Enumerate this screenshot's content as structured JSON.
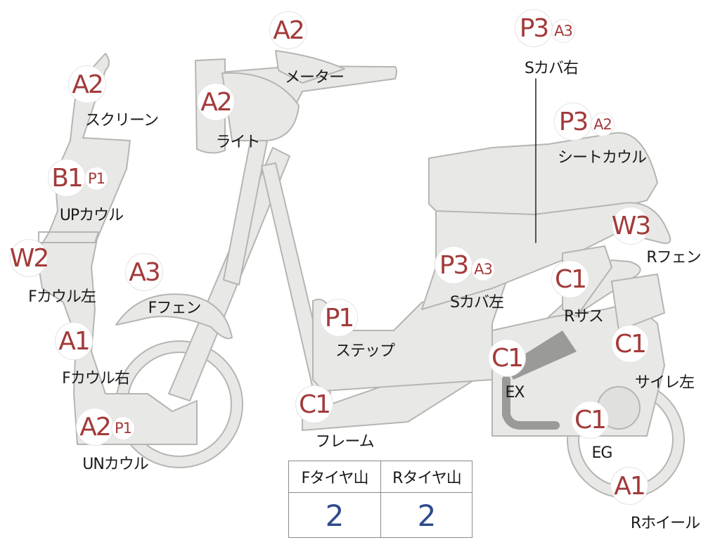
{
  "parts": [
    {
      "id": "meter",
      "label": "メーター",
      "grades": [
        "A2"
      ]
    },
    {
      "id": "screen",
      "label": "スクリーン",
      "grades": [
        "A2"
      ]
    },
    {
      "id": "light",
      "label": "ライト",
      "grades": [
        "A2"
      ]
    },
    {
      "id": "upcowl",
      "label": "UPカウル",
      "grades": [
        "B1",
        "P1"
      ]
    },
    {
      "id": "fcowl-left",
      "label": "Fカウル左",
      "grades": [
        "W2"
      ]
    },
    {
      "id": "ffender",
      "label": "Fフェン",
      "grades": [
        "A3"
      ]
    },
    {
      "id": "fcowl-right",
      "label": "Fカウル右",
      "grades": [
        "A1"
      ]
    },
    {
      "id": "uncowl",
      "label": "UNカウル",
      "grades": [
        "A2",
        "P1"
      ]
    },
    {
      "id": "step",
      "label": "ステップ",
      "grades": [
        "P1"
      ]
    },
    {
      "id": "frame",
      "label": "フレーム",
      "grades": [
        "C1"
      ]
    },
    {
      "id": "scover-right",
      "label": "Sカバ右",
      "grades": [
        "P3",
        "A3"
      ]
    },
    {
      "id": "seatcowl",
      "label": "シートカウル",
      "grades": [
        "P3",
        "A2"
      ]
    },
    {
      "id": "rfender",
      "label": "Rフェン",
      "grades": [
        "W3"
      ]
    },
    {
      "id": "scover-left",
      "label": "Sカバ左",
      "grades": [
        "P3",
        "A3"
      ]
    },
    {
      "id": "rsus",
      "label": "Rサス",
      "grades": [
        "C1"
      ]
    },
    {
      "id": "exhaust",
      "label": "EX",
      "grades": [
        "C1"
      ]
    },
    {
      "id": "muffler-left",
      "label": "サイレ左",
      "grades": [
        "C1"
      ]
    },
    {
      "id": "engine",
      "label": "EG",
      "grades": [
        "C1"
      ]
    },
    {
      "id": "rwheel",
      "label": "Rホイール",
      "grades": [
        "A1"
      ]
    }
  ],
  "tire_table": {
    "headers": [
      "Fタイヤ山",
      "Rタイヤ山"
    ],
    "values": [
      "2",
      "2"
    ]
  },
  "colors": {
    "grade": "#a33a3a",
    "tire_value": "#2f4b8c",
    "silhouette": "#e8e8e6",
    "outline": "#b5b5b1"
  }
}
